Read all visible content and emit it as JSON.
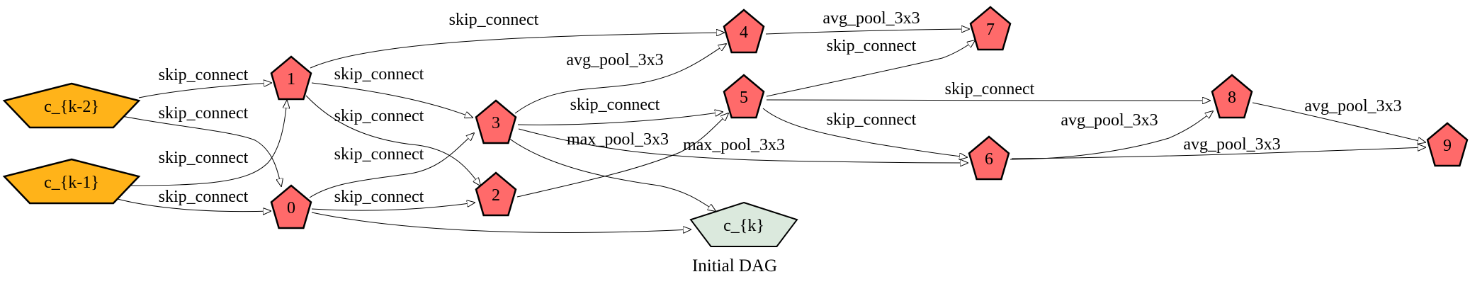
{
  "caption": "Initial DAG",
  "colors": {
    "input_fill": "#ffb319",
    "op_fill": "#ff6a6a",
    "output_fill": "#dbe9dd",
    "stroke": "#000000"
  },
  "nodes": [
    {
      "id": "ck2",
      "label": "c_{k-2}",
      "kind": "input"
    },
    {
      "id": "ck1",
      "label": "c_{k-1}",
      "kind": "input"
    },
    {
      "id": "n0",
      "label": "0",
      "kind": "op"
    },
    {
      "id": "n1",
      "label": "1",
      "kind": "op"
    },
    {
      "id": "n2",
      "label": "2",
      "kind": "op"
    },
    {
      "id": "n3",
      "label": "3",
      "kind": "op"
    },
    {
      "id": "n4",
      "label": "4",
      "kind": "op"
    },
    {
      "id": "n5",
      "label": "5",
      "kind": "op"
    },
    {
      "id": "n6",
      "label": "6",
      "kind": "op"
    },
    {
      "id": "n7",
      "label": "7",
      "kind": "op"
    },
    {
      "id": "n8",
      "label": "8",
      "kind": "op"
    },
    {
      "id": "n9",
      "label": "9",
      "kind": "op"
    },
    {
      "id": "ck",
      "label": "c_{k}",
      "kind": "output"
    }
  ],
  "edges": [
    {
      "id": "e-ck2-n1",
      "from": "ck2",
      "to": "n1",
      "label": "skip_connect"
    },
    {
      "id": "e-ck2-n0",
      "from": "ck2",
      "to": "n0",
      "label": "skip_connect"
    },
    {
      "id": "e-ck1-n1",
      "from": "ck1",
      "to": "n1",
      "label": "skip_connect"
    },
    {
      "id": "e-ck1-n0",
      "from": "ck1",
      "to": "n0",
      "label": "skip_connect"
    },
    {
      "id": "e-n1-n4",
      "from": "n1",
      "to": "n4",
      "label": "skip_connect"
    },
    {
      "id": "e-n1-n3",
      "from": "n1",
      "to": "n3",
      "label": "skip_connect"
    },
    {
      "id": "e-n1-n2",
      "from": "n1",
      "to": "n2",
      "label": "skip_connect"
    },
    {
      "id": "e-n0-n3",
      "from": "n0",
      "to": "n3",
      "label": "skip_connect"
    },
    {
      "id": "e-n0-n2",
      "from": "n0",
      "to": "n2",
      "label": "skip_connect"
    },
    {
      "id": "e-n0-ck",
      "from": "n0",
      "to": "ck",
      "label": ""
    },
    {
      "id": "e-n3-n4",
      "from": "n3",
      "to": "n4",
      "label": "avg_pool_3x3"
    },
    {
      "id": "e-n3-n5",
      "from": "n3",
      "to": "n5",
      "label": "skip_connect"
    },
    {
      "id": "e-n3-n6",
      "from": "n3",
      "to": "n6",
      "label": "max_pool_3x3"
    },
    {
      "id": "e-n3-ck",
      "from": "n3",
      "to": "ck",
      "label": ""
    },
    {
      "id": "e-n2-n5",
      "from": "n2",
      "to": "n5",
      "label": "max_pool_3x3"
    },
    {
      "id": "e-n4-n7",
      "from": "n4",
      "to": "n7",
      "label": "avg_pool_3x3"
    },
    {
      "id": "e-n5-n7",
      "from": "n5",
      "to": "n7",
      "label": "skip_connect"
    },
    {
      "id": "e-n5-n8",
      "from": "n5",
      "to": "n8",
      "label": "skip_connect"
    },
    {
      "id": "e-n5-n6",
      "from": "n5",
      "to": "n6",
      "label": "skip_connect"
    },
    {
      "id": "e-n6-n8",
      "from": "n6",
      "to": "n8",
      "label": "avg_pool_3x3"
    },
    {
      "id": "e-n6-n9",
      "from": "n6",
      "to": "n9",
      "label": "avg_pool_3x3"
    },
    {
      "id": "e-n8-n9",
      "from": "n8",
      "to": "n9",
      "label": "avg_pool_3x3"
    }
  ]
}
